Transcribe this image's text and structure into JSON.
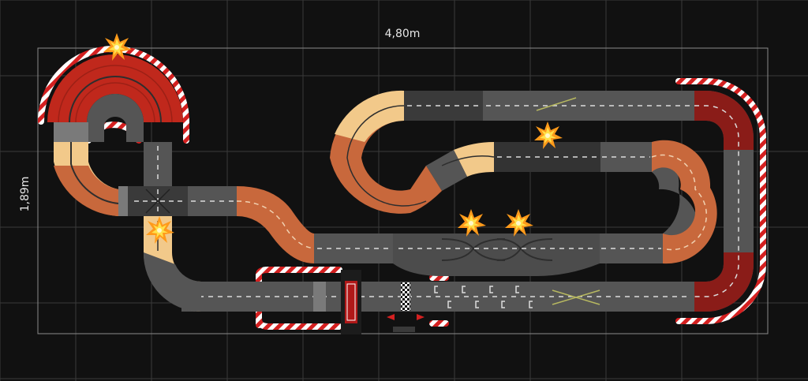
{
  "dimensions": {
    "width_label": "4,80m",
    "height_label": "1,89m"
  },
  "colors": {
    "background": "#111111",
    "grid": "#3a3a3a",
    "asphalt": "#5a5a5a",
    "asphalt_dark": "#4a4a4a",
    "red_curve": "#c0281c",
    "dark_red_curve": "#8a1c18",
    "orange_curve": "#c8683c",
    "tan_curve": "#f2c98a",
    "lane_line": "#2e2e2e",
    "curb_red": "#d42020",
    "curb_white": "#ffffff"
  },
  "track_elements": [
    "explosion-icon",
    "crossing-section",
    "lane-change-section",
    "start-finish-gate",
    "start-grid"
  ]
}
